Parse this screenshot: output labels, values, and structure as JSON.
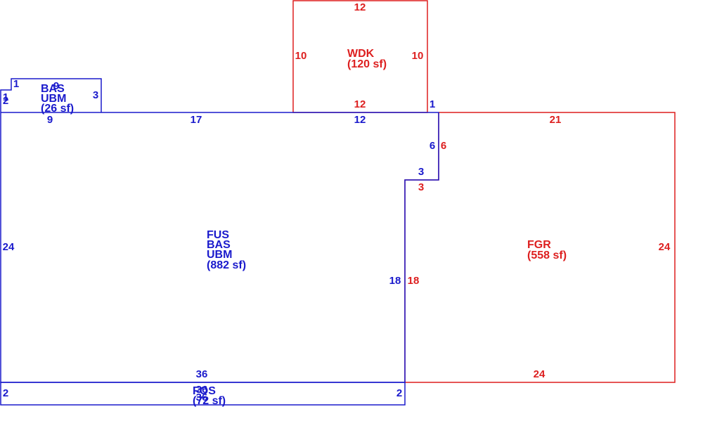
{
  "colors": {
    "blue": "#1a1acc",
    "red": "#dd1f1f"
  },
  "areas": {
    "wdk": {
      "lines": [
        "WDK",
        "(120 sf)"
      ]
    },
    "bas_small": {
      "lines": [
        "BAS",
        "UBM",
        "(26 sf)"
      ]
    },
    "main": {
      "lines": [
        "FUS",
        "BAS",
        "UBM",
        "(882 sf)"
      ]
    },
    "fgr": {
      "lines": [
        "FGR",
        "(558 sf)"
      ]
    },
    "bottom": {
      "lines": [
        "FOS",
        "(72 sf)"
      ]
    }
  },
  "dimensions": {
    "wdk_top": "12",
    "wdk_left": "10",
    "wdk_right": "10",
    "wdk_bottom": "12",
    "bas_top": "1",
    "bas_stub_top": "1",
    "bas_stub_left": "2",
    "bas_right": "3",
    "bas_top_inner": "9",
    "bas_bottom": "9",
    "main_top": "17",
    "main_top_right": "12",
    "main_notch_1": "1",
    "main_right_upper": "6",
    "main_step": "3",
    "main_right_lower": "18",
    "main_left": "24",
    "main_bottom": "36",
    "fgr_top": "21",
    "fgr_left_upper": "6",
    "fgr_step": "3",
    "fgr_left_lower": "18",
    "fgr_right": "24",
    "fgr_bottom": "24",
    "fos_left": "2",
    "fos_right": "2",
    "fos_top": "36",
    "fos_bottom": "36"
  }
}
